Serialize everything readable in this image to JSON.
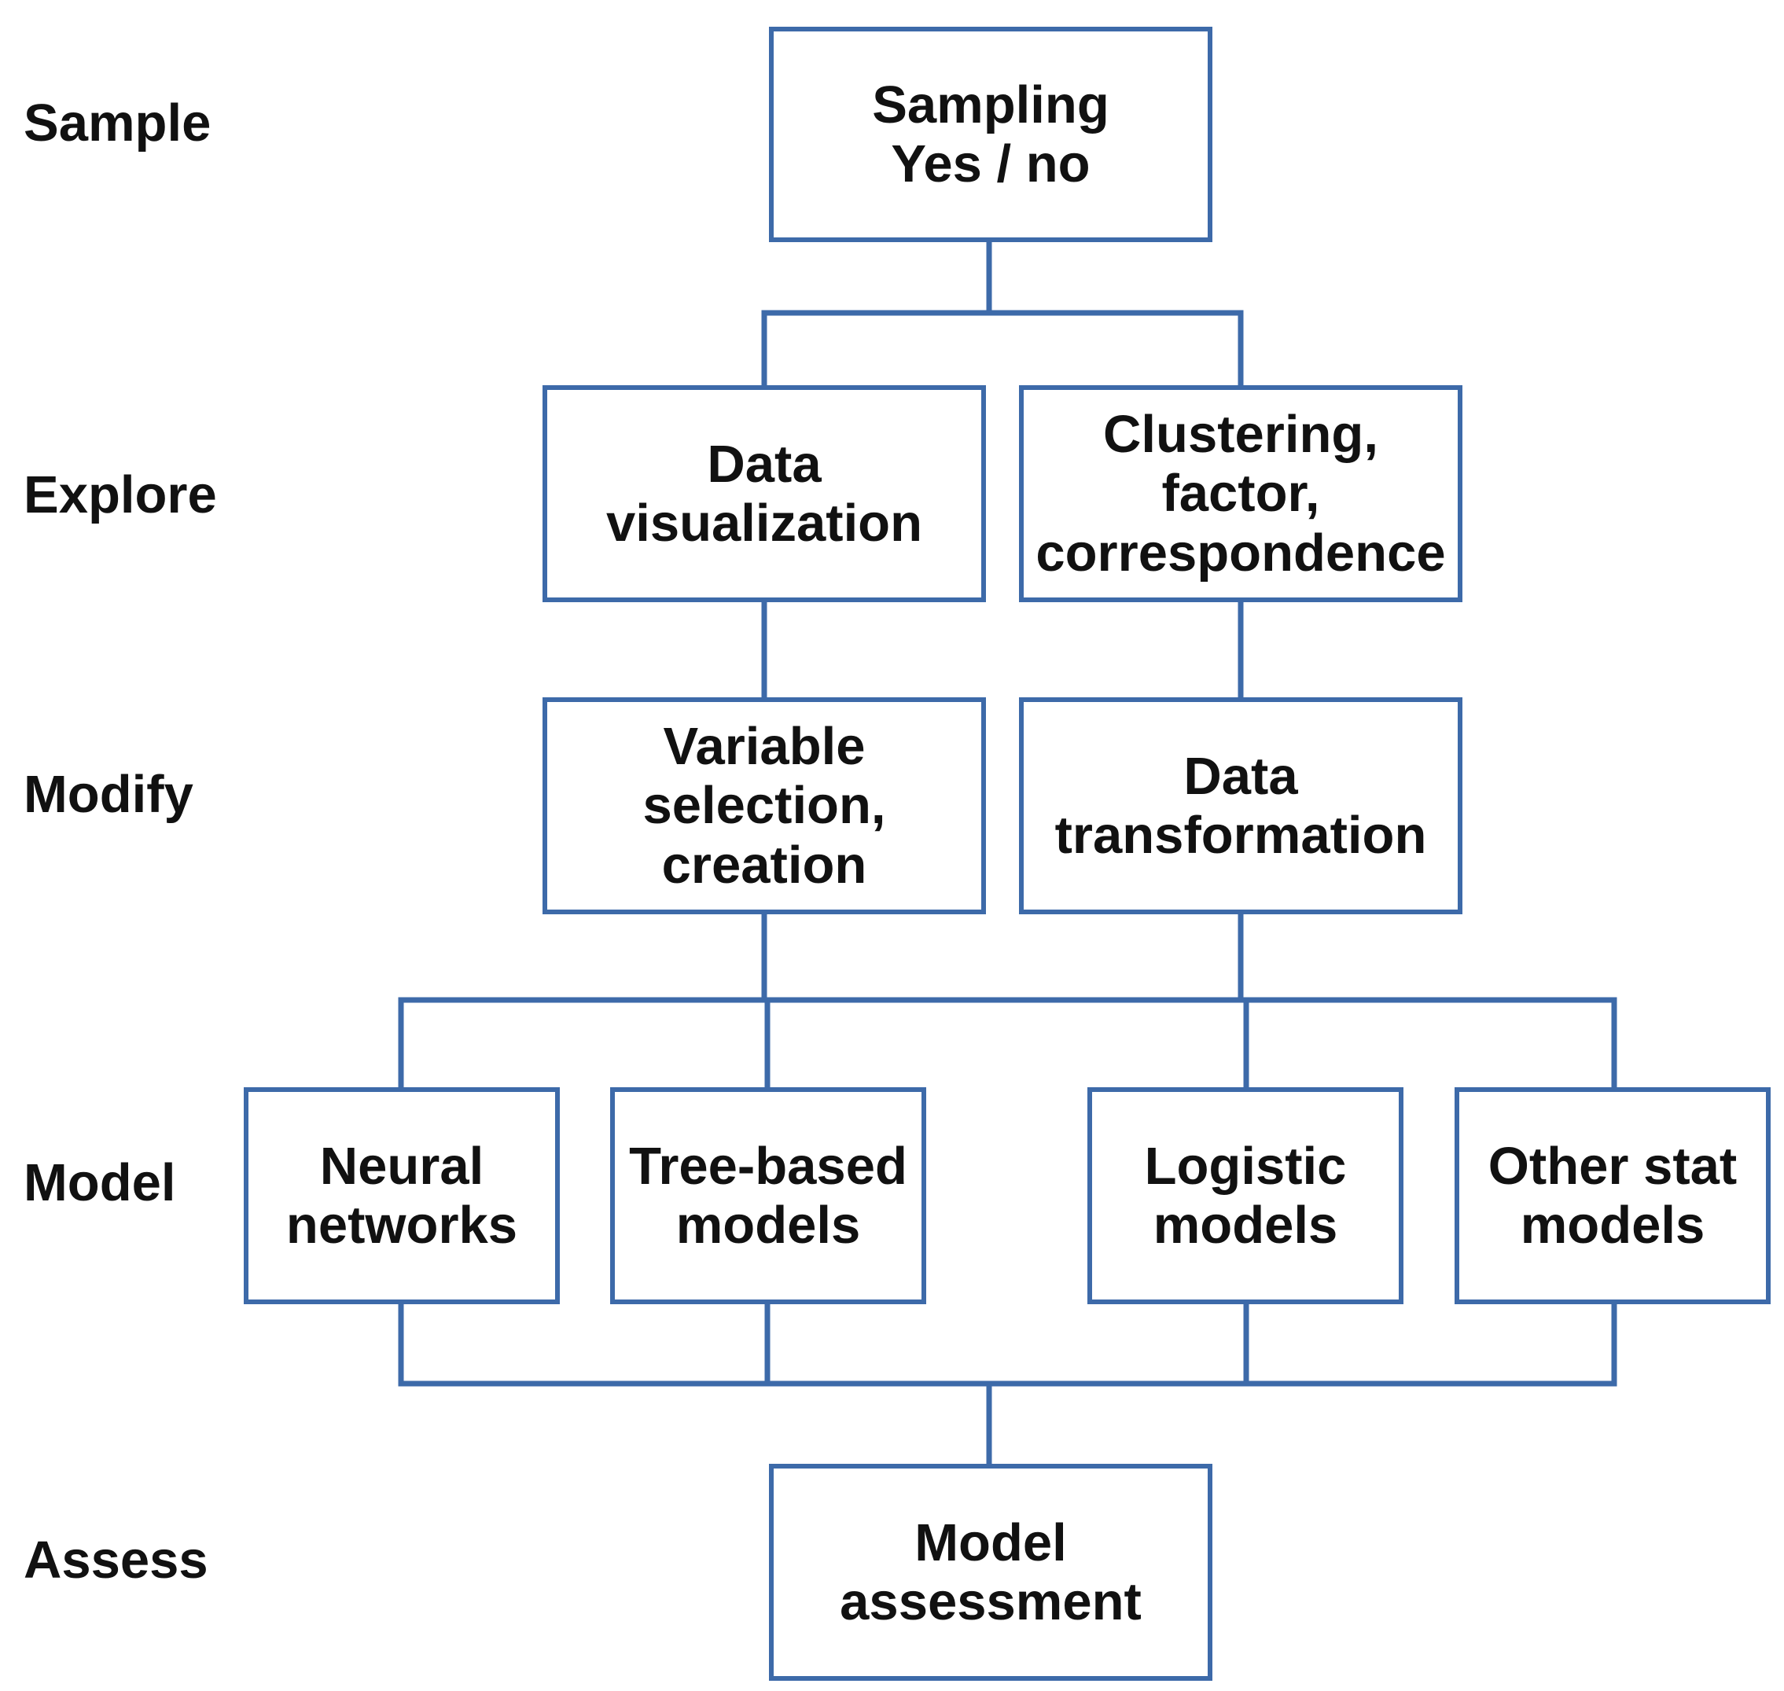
{
  "colors": {
    "box_border": "#3d6aa9",
    "connector": "#3d6aa9",
    "text": "#111111",
    "background": "#ffffff"
  },
  "stages": {
    "sample": "Sample",
    "explore": "Explore",
    "modify": "Modify",
    "model": "Model",
    "assess": "Assess"
  },
  "nodes": {
    "sampling": "Sampling\nYes / no",
    "data_visualization": "Data\nvisualization",
    "clustering": "Clustering,\nfactor,\ncorrespondence",
    "variable_selection": "Variable\nselection,\ncreation",
    "data_transformation": "Data\ntransformation",
    "neural_networks": "Neural\nnetworks",
    "tree_based": "Tree-based\nmodels",
    "logistic": "Logistic\nmodels",
    "other_stat": "Other stat\nmodels",
    "model_assessment": "Model\nassessment"
  }
}
